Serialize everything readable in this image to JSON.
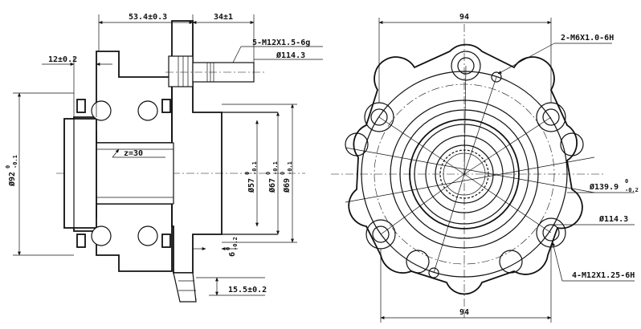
{
  "side_view": {
    "dim_53_4": "53.4±0.3",
    "dim_34": "34±1",
    "dim_12": "12±0.2",
    "thread_studs": "5-M12X1.5-6g",
    "pcd_114_3": "Ø114.3",
    "spline": "z=30",
    "dia_92": {
      "base": "Ø92",
      "upper": "0",
      "lower": "-0.1"
    },
    "dia_57": {
      "base": "Ø57",
      "upper": "0",
      "lower": "-0.1"
    },
    "dia_67": {
      "base": "Ø67",
      "upper": "0",
      "lower": "-0.1"
    },
    "dia_69": {
      "base": "Ø69",
      "upper": "0",
      "lower": "-0.1"
    },
    "dim_6": {
      "base": "6",
      "upper": "0",
      "lower": "-0.2"
    },
    "dim_15_5": "15.5±0.2"
  },
  "front_view": {
    "dim_94_top": "94",
    "dim_94_bottom": "94",
    "holes_m6": "2-M6X1.0-6H",
    "dia_139_9": {
      "base": "Ø139.9",
      "upper": "0",
      "lower": "-0.2"
    },
    "pcd_114_3": "Ø114.3",
    "holes_m12": "4-M12X1.25-6H"
  }
}
